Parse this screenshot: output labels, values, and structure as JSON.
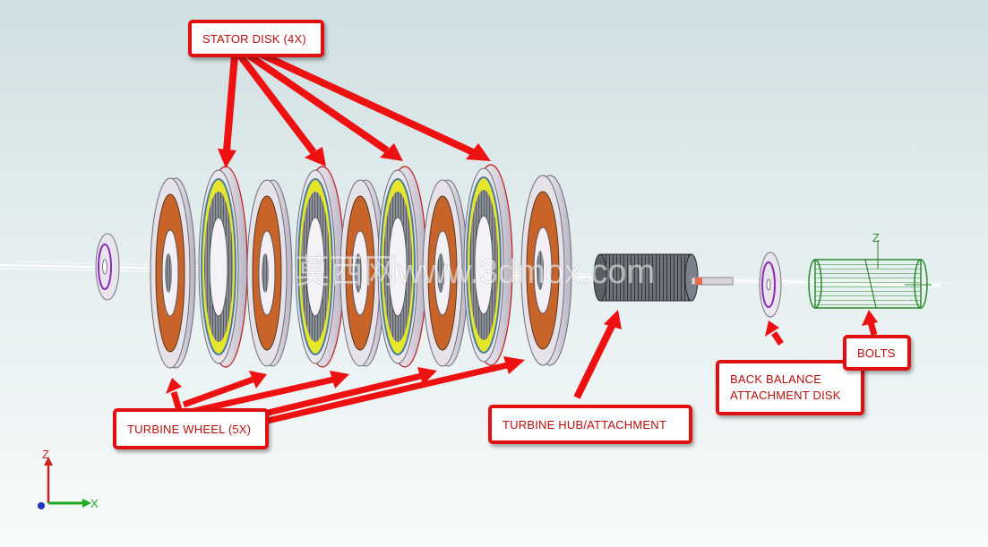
{
  "callouts": {
    "stator_disk": "STATOR DISK (4X)",
    "turbine_wheel": "TURBINE WHEEL (5X)",
    "turbine_hub": "TURBINE HUB/ATTACHMENT",
    "back_balance_line1": "BACK BALANCE",
    "back_balance_line2": "ATTACHMENT DISK",
    "bolts": "BOLTS"
  },
  "watermark": "莫西网www.3dmox.com",
  "axes": {
    "main": {
      "z": "Z",
      "x": "X"
    },
    "bolts": {
      "z": "Z"
    }
  },
  "colors": {
    "callout_border": "#e01010",
    "callout_text": "#b80e0e",
    "arrow": "#ee1111",
    "turbine_fill": "#c8642a",
    "stator_accent": "#e8e62a",
    "bolt_green": "#2a8a2a"
  }
}
